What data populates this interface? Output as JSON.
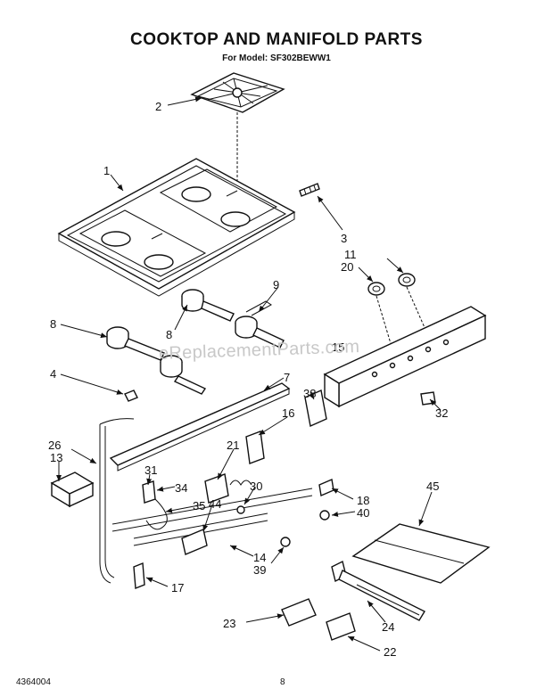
{
  "header": {
    "title": "COOKTOP AND MANIFOLD PARTS",
    "model_line": "For Model: SF302BEWW1"
  },
  "watermark": "eReplacementParts.com",
  "footer": {
    "doc_number": "4364004",
    "page_number": "8"
  },
  "callouts": [
    "1",
    "2",
    "3",
    "4",
    "7",
    "8",
    "8",
    "9",
    "11",
    "13",
    "14",
    "15",
    "16",
    "17",
    "18",
    "20",
    "21",
    "22",
    "23",
    "24",
    "26",
    "30",
    "31",
    "32",
    "34",
    "35",
    "38",
    "39",
    "40",
    "44",
    "45"
  ]
}
